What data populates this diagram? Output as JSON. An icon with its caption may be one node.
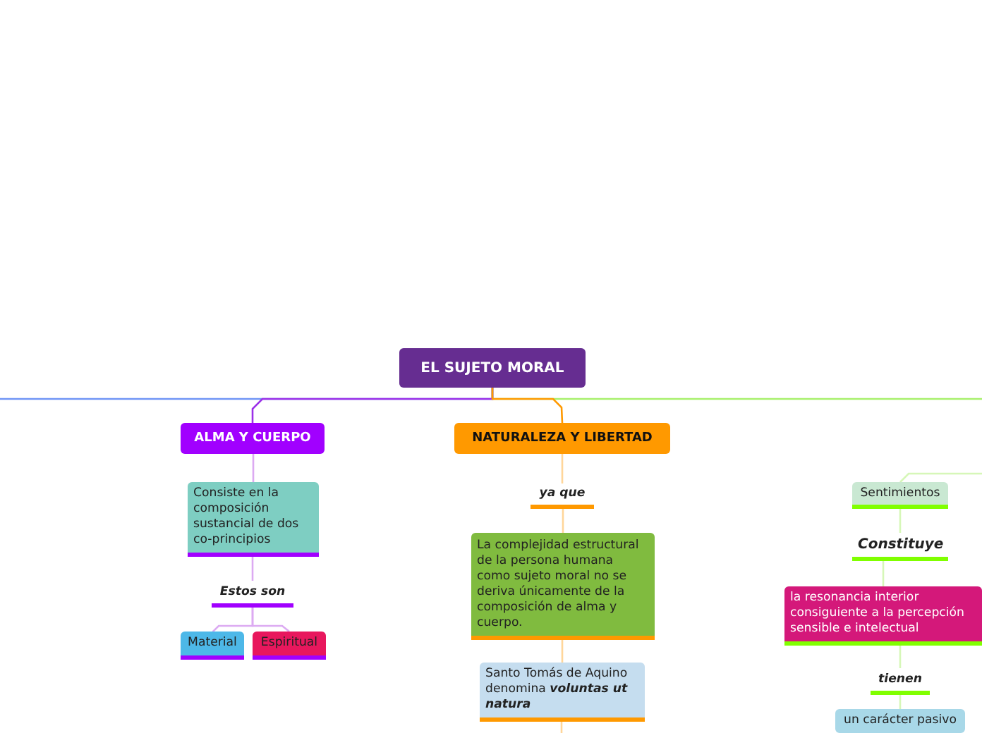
{
  "diagram": {
    "nodes": [
      {
        "text": [
          "EL SUJETO MORAL"
        ]
      },
      {
        "text": [
          "ALMA Y CUERPO"
        ]
      },
      {
        "text": [
          "NATURALEZA Y LIBERTAD"
        ]
      },
      {
        "text": [
          "Consiste en la composición sustancial de dos co-principios"
        ]
      },
      {
        "text": [
          "Estos son"
        ]
      },
      {
        "text": [
          "Material"
        ]
      },
      {
        "text": [
          "Espiritual"
        ]
      },
      {
        "text": [
          "ya que"
        ]
      },
      {
        "text": [
          "La complejidad estructural de la persona humana como sujeto moral no se deriva únicamente de la composición de alma y cuerpo."
        ]
      },
      {
        "text": [
          "Santo Tomás de Aquino denomina **voluntas ut natura**"
        ]
      },
      {
        "text": [
          "Sentimientos"
        ]
      },
      {
        "text": [
          "Constituye"
        ]
      },
      {
        "text": [
          "la resonancia interior consiguiente a la percepción sensible e intelectual"
        ]
      },
      {
        "text": [
          "tienen"
        ]
      },
      {
        "text": [
          "un carácter pasivo"
        ]
      }
    ],
    "edges": [
      {
        "from": 0,
        "to": 1,
        "arrow": "none",
        "color": "#9b30e8"
      },
      {
        "from": 0,
        "to": 2,
        "arrow": "none",
        "color": "#ff9900"
      },
      {
        "from": 0,
        "to": null,
        "arrow": "none",
        "color": "#6f95f5"
      },
      {
        "from": 0,
        "to": null,
        "arrow": "none",
        "color": "#a8f06c"
      },
      {
        "from": 1,
        "to": 3,
        "arrow": "none",
        "color": "#dcaaf2"
      },
      {
        "from": 3,
        "to": 4,
        "arrow": "none",
        "color": "#dcaaf2"
      },
      {
        "from": 4,
        "to": 5,
        "arrow": "none",
        "color": "#dcaaf2"
      },
      {
        "from": 4,
        "to": 6,
        "arrow": "none",
        "color": "#dcaaf2"
      },
      {
        "from": 2,
        "to": 7,
        "arrow": "none",
        "color": "#ffd69a"
      },
      {
        "from": 7,
        "to": 8,
        "arrow": "none",
        "color": "#ffd69a"
      },
      {
        "from": 8,
        "to": 9,
        "arrow": "none",
        "color": "#ffd69a"
      },
      {
        "from": 9,
        "to": null,
        "arrow": "none",
        "color": "#ffd69a"
      },
      {
        "from": null,
        "to": 10,
        "arrow": "none",
        "color": "#d6f7b8"
      },
      {
        "from": 10,
        "to": 11,
        "arrow": "none",
        "color": "#d6f7b8"
      },
      {
        "from": 11,
        "to": 12,
        "arrow": "none",
        "color": "#d6f7b8"
      },
      {
        "from": 12,
        "to": 13,
        "arrow": "none",
        "color": "#d6f7b8"
      },
      {
        "from": 13,
        "to": 14,
        "arrow": "none",
        "color": "#d6f7b8"
      }
    ]
  }
}
